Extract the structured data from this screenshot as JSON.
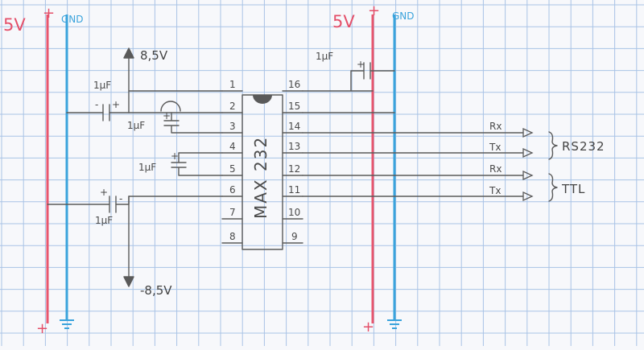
{
  "diagram": {
    "colors": {
      "grid": "#a9c3e6",
      "pencil": "#555555",
      "red_rail": "#e8566e",
      "blue_rail": "#3aa3dc"
    },
    "rails_left": {
      "vcc_label": "5V",
      "plus": "+",
      "gnd_label": "GND"
    },
    "rails_right": {
      "vcc_label": "5V",
      "plus": "+",
      "gnd_label": "GND"
    },
    "chip": {
      "name": "MAX 232",
      "pins_left": [
        "1",
        "2",
        "3",
        "4",
        "5",
        "6",
        "7",
        "8"
      ],
      "pins_right": [
        "16",
        "15",
        "14",
        "13",
        "12",
        "11",
        "10",
        "9"
      ]
    },
    "capacitors": {
      "c1": "1µF",
      "c2": "1µF",
      "c3": "1µF",
      "c4": "1µF",
      "c5": "1µF"
    },
    "voltages": {
      "pos": "8,5V",
      "neg": "-8,5V"
    },
    "signals": [
      "Rx",
      "Tx",
      "Rx",
      "Tx"
    ],
    "groups": {
      "upper": "RS232",
      "lower": "TTL"
    },
    "polarity": {
      "plus": "+",
      "minus": "-"
    }
  }
}
